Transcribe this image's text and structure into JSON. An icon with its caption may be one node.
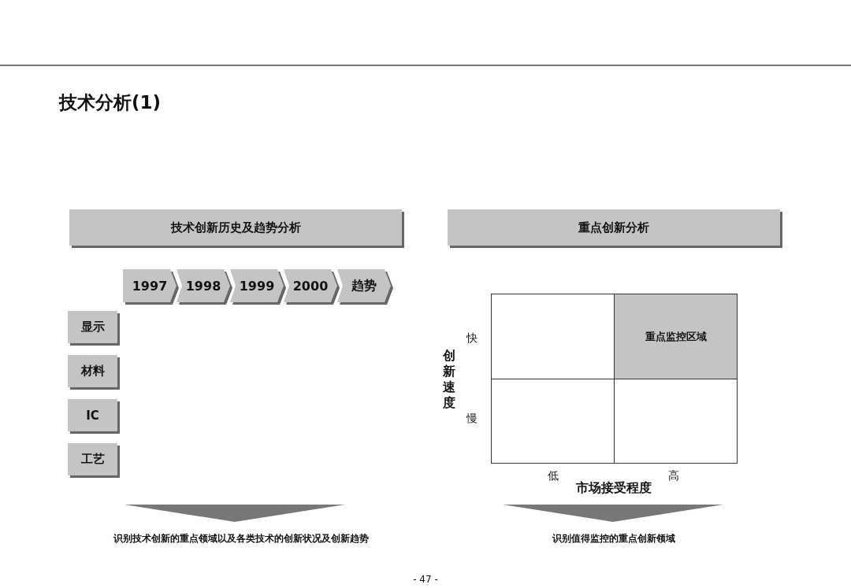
{
  "diagram": {
    "title": "技术分析(1)",
    "nodes": [
      {
        "text": [
          "技术创新历史及趋势分析"
        ]
      },
      {
        "text": [
          "重点创新分析"
        ]
      },
      {
        "text": [
          "1997"
        ]
      },
      {
        "text": [
          "1998"
        ]
      },
      {
        "text": [
          "1999"
        ]
      },
      {
        "text": [
          "2000"
        ]
      },
      {
        "text": [
          "趋势"
        ]
      },
      {
        "text": [
          "显示"
        ]
      },
      {
        "text": [
          "材料"
        ]
      },
      {
        "text": [
          "IC"
        ]
      },
      {
        "text": [
          "工艺"
        ]
      },
      {
        "text": [],
        "shape": "box"
      },
      {
        "text": [
          "重点监控区域"
        ]
      },
      {
        "text": [],
        "shape": "box"
      },
      {
        "text": [],
        "shape": "box"
      }
    ],
    "labels": [
      "快",
      "创新速度",
      "慢",
      "低",
      "高",
      "市场接受程度",
      "识别技术创新的重点领域以及各类技术的创新状况及创新趋势",
      "识别值得监控的重点创新领域",
      "- 47 -"
    ]
  }
}
